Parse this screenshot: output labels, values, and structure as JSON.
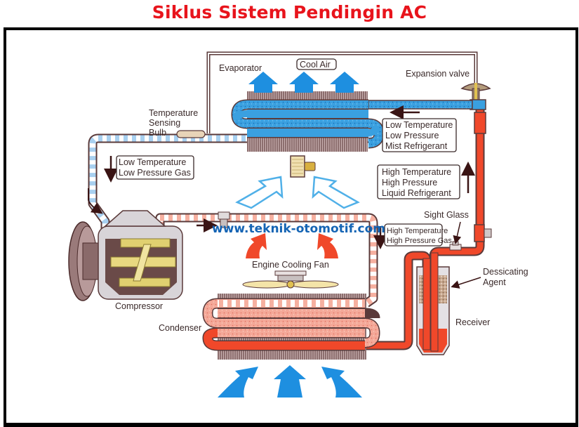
{
  "title": "Siklus Sistem Pendingin AC",
  "watermark": "www.teknik-otomotif.com",
  "colors": {
    "title": "#e8141c",
    "cold_refrigerant": "#3aa0e0",
    "hot_refrigerant": "#f0482a",
    "hot_gas": "#f4a898",
    "pipe_outline": "#5a3a3a",
    "airflow_arrow": "#1e8fe0",
    "watermark": "#1464b4"
  },
  "components": {
    "evaporator": "Evaporator",
    "expansion_valve": "Expansion valve",
    "sensing_bulb": [
      "Temperature",
      "Sensing",
      "Bulb"
    ],
    "compressor": "Compressor",
    "condenser": "Condenser",
    "engine_cooling_fan": "Engine Cooling Fan",
    "sight_glass": "Sight Glass",
    "dessicating_agent": [
      "Dessicating",
      "Agent"
    ],
    "receiver": "Receiver"
  },
  "badges": {
    "cool_air": "Cool Air"
  },
  "states": {
    "evap_inlet": [
      "Low Temperature",
      "Low Pressure",
      "Mist Refrigerant"
    ],
    "suction": [
      "Low Temperature",
      "Low Pressure Gas"
    ],
    "liquid_line": [
      "High Temperature",
      "High Pressure",
      "Liquid Refrigerant"
    ],
    "discharge": [
      "High Temperature",
      "High Pressure Gas"
    ]
  }
}
